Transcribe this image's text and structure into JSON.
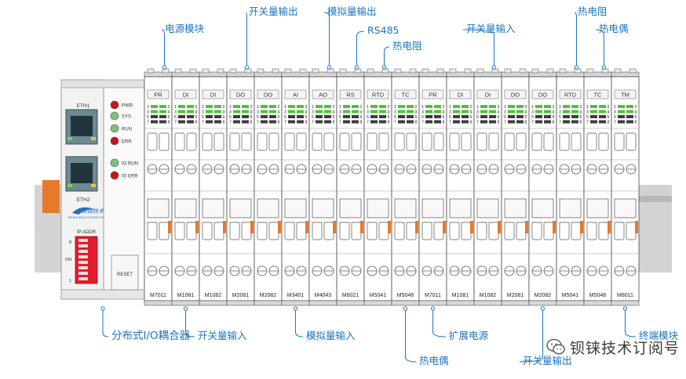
{
  "coupler": {
    "ports": [
      "ETH1",
      "ETH2"
    ],
    "leds": [
      {
        "label": "PWR",
        "color": "#c8141b"
      },
      {
        "label": "SYS",
        "color": "#7fbf7f"
      },
      {
        "label": "RUN",
        "color": "#7fbf7f"
      },
      {
        "label": "ERR",
        "color": "#c8141b"
      },
      {
        "label": "IO RUN",
        "color": "#7fbf7f"
      },
      {
        "label": "IO ERR",
        "color": "#c8141b"
      }
    ],
    "ip_addr_label": "IP ADDR",
    "dip_top": "8",
    "dip_on": "ON",
    "dip_bottom": "1",
    "reset_label": "RESET",
    "brand_text": "钡铼技术",
    "brand_sub": "BEIJING BEILAI TECHNOLOGY"
  },
  "modules": [
    {
      "tag": "PR",
      "model": "M7011"
    },
    {
      "tag": "DI",
      "model": "M1081"
    },
    {
      "tag": "DI",
      "model": "M1082"
    },
    {
      "tag": "DO",
      "model": "M2081"
    },
    {
      "tag": "DO",
      "model": "M2082"
    },
    {
      "tag": "AI",
      "model": "M3401"
    },
    {
      "tag": "AO",
      "model": "M4043"
    },
    {
      "tag": "RS",
      "model": "M6021"
    },
    {
      "tag": "RTD",
      "model": "M5041"
    },
    {
      "tag": "TC",
      "model": "M5048"
    },
    {
      "tag": "PR",
      "model": "M7011"
    },
    {
      "tag": "DI",
      "model": "M1081"
    },
    {
      "tag": "DI",
      "model": "M1082"
    },
    {
      "tag": "DO",
      "model": "M2081"
    },
    {
      "tag": "DO",
      "model": "M2082"
    },
    {
      "tag": "RTD",
      "model": "M5041"
    },
    {
      "tag": "TC",
      "model": "M5048"
    },
    {
      "tag": "TM",
      "model": "M8011"
    }
  ],
  "channel_digits": [
    [
      "1",
      "2"
    ],
    [
      "3",
      "4"
    ],
    [
      "5",
      "6"
    ],
    [
      "7",
      "8"
    ]
  ],
  "annotations": {
    "top": [
      {
        "text": "电源模块",
        "module": 0
      },
      {
        "text": "开关量输出",
        "module": 3
      },
      {
        "text": "模拟量输出",
        "module": 6
      },
      {
        "text": "RS485",
        "module": 7
      },
      {
        "text": "热电阻",
        "module": 8
      },
      {
        "text": "开关量输入",
        "module": 12
      },
      {
        "text": "热电阻",
        "module": 15
      },
      {
        "text": "热电偶",
        "module": 16
      }
    ],
    "bottom": [
      {
        "text": "分布式I/O耦合器",
        "module": -1
      },
      {
        "text": "开关量输入",
        "module": 1
      },
      {
        "text": "模拟量输入",
        "module": 5
      },
      {
        "text": "热电偶",
        "module": 9
      },
      {
        "text": "扩展电源",
        "module": 10
      },
      {
        "text": "开关量输出",
        "module": 14
      },
      {
        "text": "终端模块",
        "module": 17
      }
    ]
  },
  "watermark": "钡铼技术订阅号",
  "colors": {
    "annotation": "#1b75c1",
    "led_green": "#4fc23a",
    "led_dark": "#3d3d3d",
    "orange_latch": "#e8782a",
    "rail": "#c4c4c4",
    "led_red": "#c8141b"
  }
}
